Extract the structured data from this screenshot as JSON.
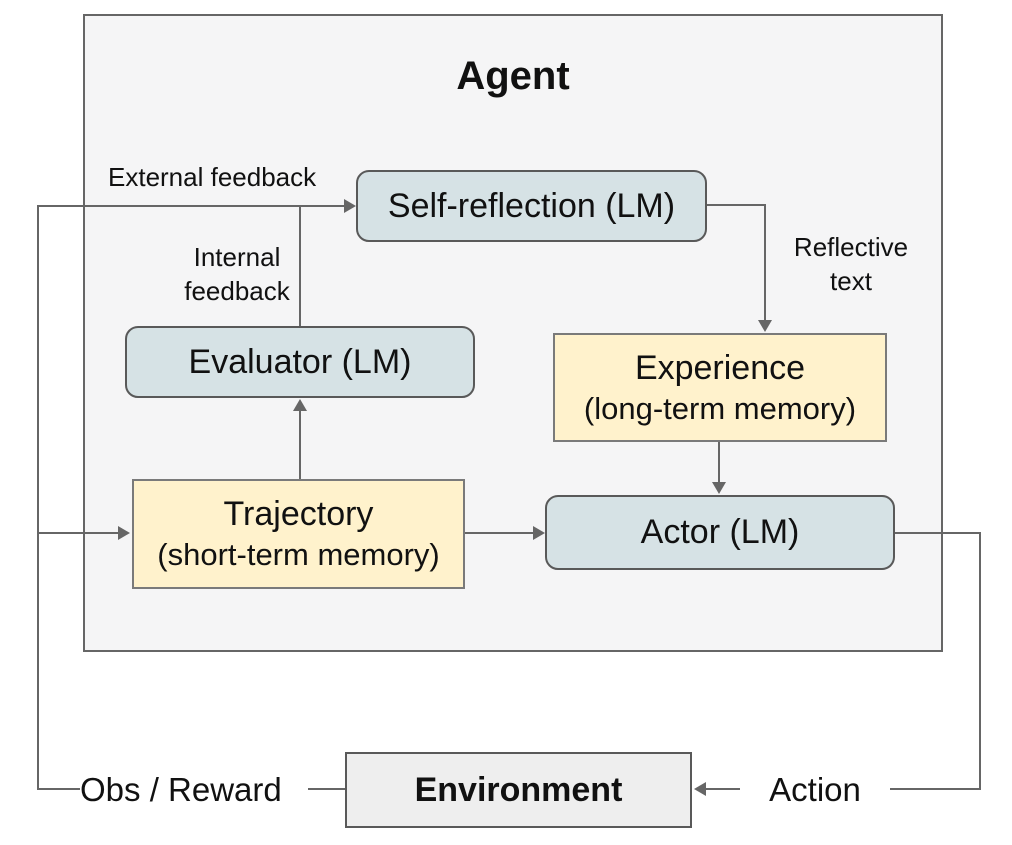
{
  "diagram": {
    "agent_title": "Agent",
    "boxes": {
      "self_reflection": {
        "label": "Self-reflection (LM)"
      },
      "evaluator": {
        "label": "Evaluator (LM)"
      },
      "actor": {
        "label": "Actor (LM)"
      },
      "experience": {
        "title": "Experience",
        "subtitle": "(long-term memory)"
      },
      "trajectory": {
        "title": "Trajectory",
        "subtitle": "(short-term memory)"
      },
      "environment": {
        "label": "Environment"
      }
    },
    "edge_labels": {
      "external_feedback": "External feedback",
      "internal_feedback": "Internal feedback",
      "reflective_text": "Reflective text",
      "obs_reward": "Obs / Reward",
      "action": "Action"
    },
    "colors": {
      "lm_box_fill": "#d6e2e5",
      "memory_box_fill": "#fff2cc",
      "environment_fill": "#eeeeee",
      "agent_fill": "#f5f5f6",
      "line": "#666666"
    }
  }
}
